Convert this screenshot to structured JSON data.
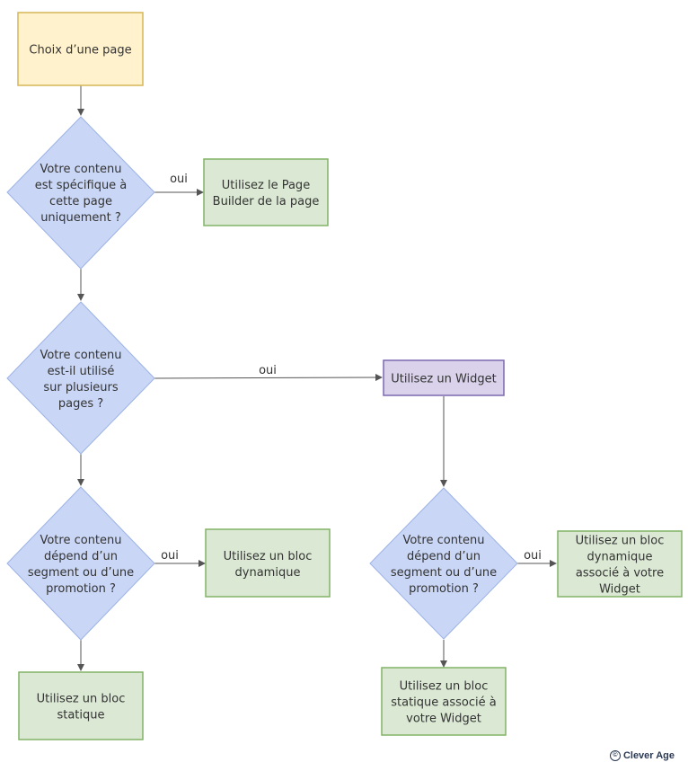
{
  "nodes": {
    "start": [
      "Choix d’une page"
    ],
    "q1": [
      "Votre contenu",
      "est spécifique à",
      "cette page",
      "uniquement ?"
    ],
    "page_builder": [
      "Utilisez le Page",
      "Builder de la page"
    ],
    "q2": [
      "Votre contenu",
      "est-il utilisé",
      "sur plusieurs",
      "pages ?"
    ],
    "widget": [
      "Utilisez un Widget"
    ],
    "q3": [
      "Votre contenu",
      "dépend d’un",
      "segment ou d’une",
      "promotion ?"
    ],
    "dyn_block": [
      "Utilisez un bloc",
      "dynamique"
    ],
    "static_block": [
      "Utilisez un bloc",
      "statique"
    ],
    "q4": [
      "Votre contenu",
      "dépend d’un",
      "segment ou d’une",
      "promotion ?"
    ],
    "dyn_widget": [
      "Utilisez un bloc",
      "dynamique",
      "associé à votre",
      "Widget"
    ],
    "static_widget": [
      "Utilisez un bloc",
      "statique associé à",
      "votre Widget"
    ]
  },
  "edge_labels": {
    "q1_yes": "oui",
    "q2_yes": "oui",
    "q3_yes": "oui",
    "q4_yes": "oui"
  },
  "colors": {
    "start_fill": "#fff2cc",
    "start_stroke": "#d6b656",
    "decision_fill": "#c9d6f5",
    "decision_stroke": "#9db3e6",
    "action_fill": "#dbe9d4",
    "action_stroke": "#82b366",
    "widget_fill": "#d9d2ea",
    "widget_stroke": "#7b68b0",
    "edge": "#555555"
  },
  "footer": {
    "icon": "copyright-icon",
    "copyright_symbol": "©",
    "brand": "Clever Age"
  }
}
